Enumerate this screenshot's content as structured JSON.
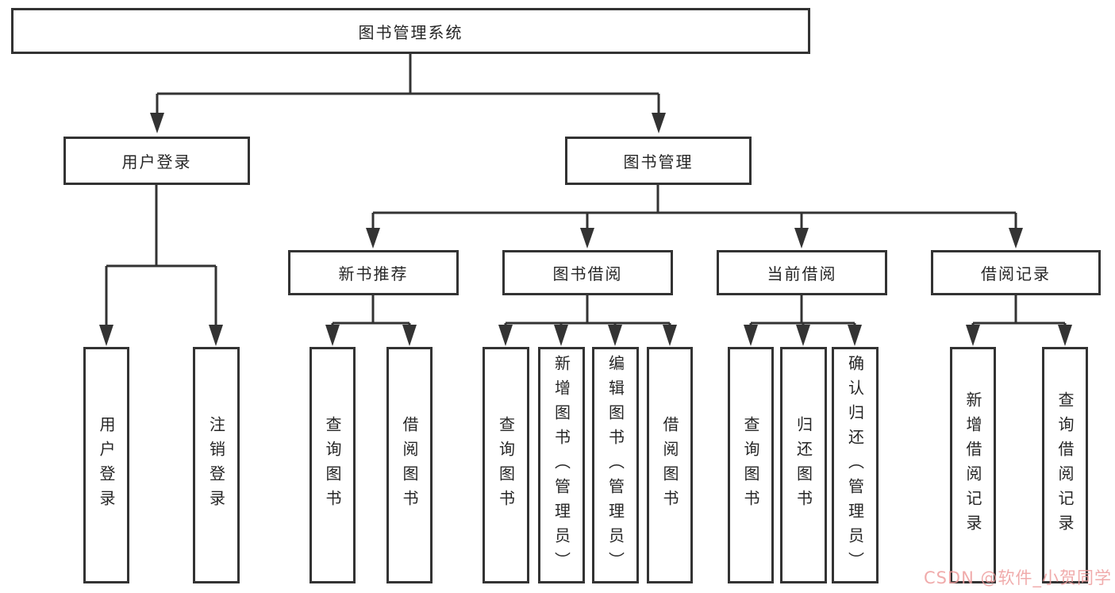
{
  "title": "图书管理系统",
  "branches": {
    "user": {
      "label": "用户登录",
      "children": [
        {
          "label": "用户登录"
        },
        {
          "label": "注销登录"
        }
      ]
    },
    "book": {
      "label": "图书管理",
      "children": [
        {
          "label": "新书推荐",
          "children": [
            {
              "label": "查询图书"
            },
            {
              "label": "借阅图书"
            }
          ]
        },
        {
          "label": "图书借阅",
          "children": [
            {
              "label": "查询图书"
            },
            {
              "label": "新增图书（管理员）"
            },
            {
              "label": "编辑图书（管理员）"
            },
            {
              "label": "借阅图书"
            }
          ]
        },
        {
          "label": "当前借阅",
          "children": [
            {
              "label": "查询图书"
            },
            {
              "label": "归还图书"
            },
            {
              "label": "确认归还（管理员）"
            }
          ]
        },
        {
          "label": "借阅记录",
          "children": [
            {
              "label": "新增借阅记录"
            },
            {
              "label": "查询借阅记录"
            }
          ]
        }
      ]
    }
  },
  "watermark": {
    "text": "CSDN @软件_小贺同学"
  },
  "colors": {
    "line": "#333333",
    "box_border": "#333333",
    "text": "#262626",
    "background": "#ffffff",
    "watermark": "#ee9d9d"
  }
}
